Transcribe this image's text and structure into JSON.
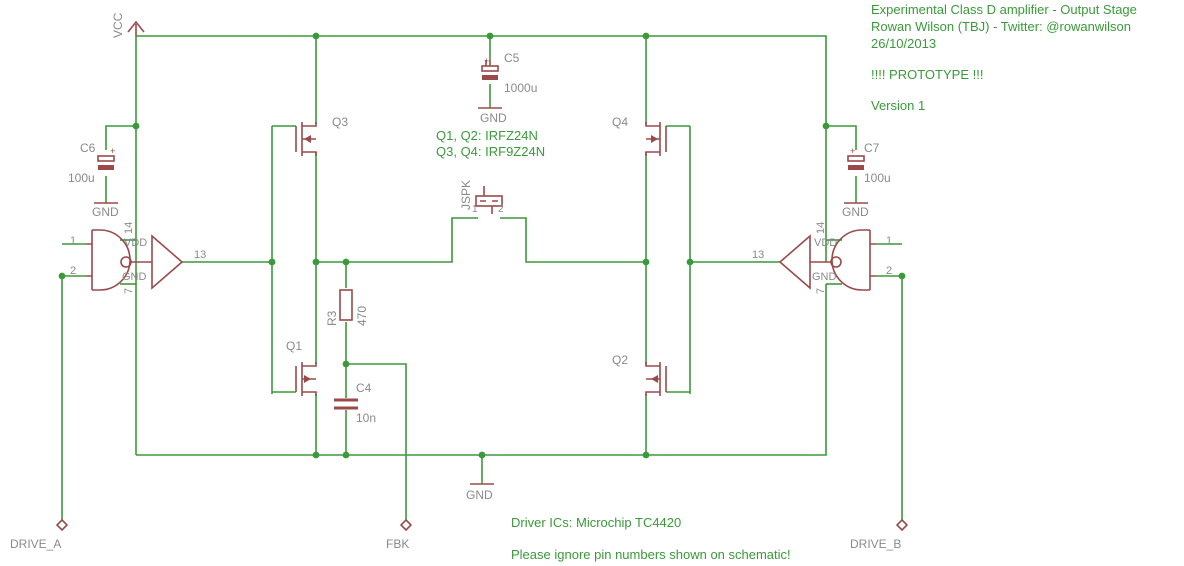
{
  "notes": {
    "title": "Experimental Class D amplifier - Output Stage",
    "author": "Rowan Wilson (TBJ) - Twitter: @rowanwilson",
    "date": "26/10/2013",
    "warning": "!!!! PROTOTYPE !!!",
    "version": "Version 1",
    "mosfets_nch": "Q1, Q2: IRFZ24N",
    "mosfets_pch": "Q3, Q4: IRF9Z24N",
    "driver": "Driver ICs: Microchip TC4420",
    "ignore": "Please ignore pin numbers shown on schematic!"
  },
  "parts": {
    "c5": {
      "name": "C5",
      "value": "1000u"
    },
    "c6": {
      "name": "C6",
      "value": "100u"
    },
    "c7": {
      "name": "C7",
      "value": "100u"
    },
    "c4": {
      "name": "C4",
      "value": "10n"
    },
    "r3": {
      "name": "R3",
      "value": "470"
    },
    "q1": "Q1",
    "q2": "Q2",
    "q3": "Q3",
    "q4": "Q4",
    "jspk": "JSPK",
    "jspk_pin1": "1",
    "jspk_pin2": "2"
  },
  "nets": {
    "vcc": "VCC",
    "gnd": "GND",
    "drive_a": "DRIVE_A",
    "drive_b": "DRIVE_B",
    "fbk": "FBK"
  },
  "driver_pins": {
    "in1": "1",
    "in2": "2",
    "out": "13",
    "vdd_pin": "14",
    "gnd_pin": "7",
    "vdd": "VDD",
    "gnd": "GND"
  },
  "colors": {
    "wire": "#3a9a3a",
    "part": "#9a4a4a",
    "label": "#8a8a8a"
  }
}
